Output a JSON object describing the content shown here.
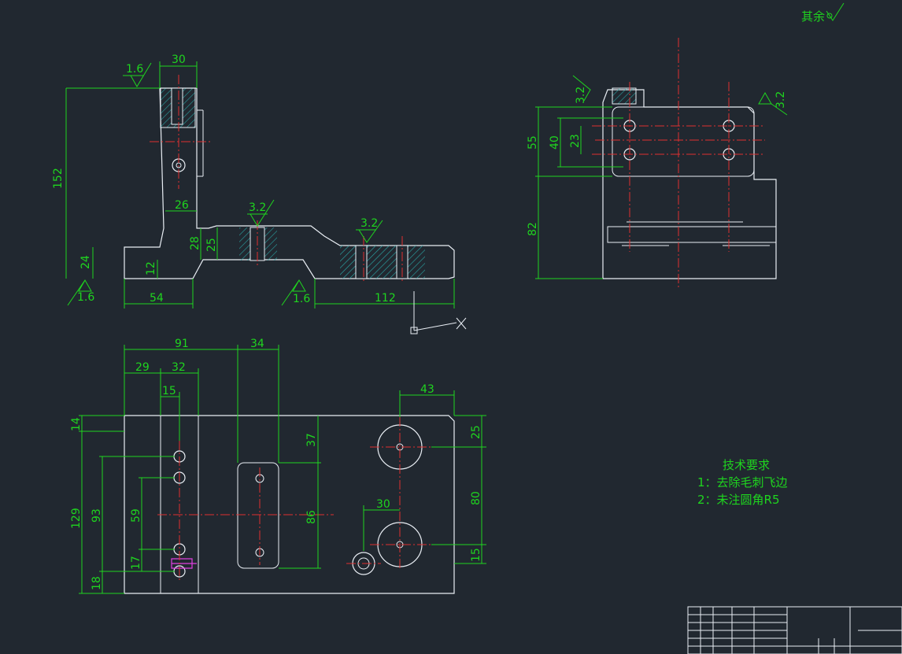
{
  "drawing": {
    "surface_note": "其余",
    "colors": {
      "background": "#212830",
      "outline": "#e9eef4",
      "dimension": "#1fd51f",
      "centerline": "#e03030",
      "hatch": "#2aa7a7",
      "marker": "#e040e0"
    },
    "views": {
      "front": {
        "roughness": [
          "1.6",
          "3.2",
          "3.2",
          "1.6",
          "1.6"
        ],
        "dims": {
          "top_width": "30",
          "height": "152",
          "neck": "26",
          "slot_h": "28",
          "slot_d": "25",
          "base_h": "24",
          "step": "12",
          "left_w": "54",
          "right_w": "112"
        }
      },
      "side": {
        "roughness": [
          "3.2",
          "3.2"
        ],
        "dims": {
          "h55": "55",
          "h40": "40",
          "h23": "23",
          "h82": "82"
        }
      },
      "plan": {
        "dims": {
          "w91": "91",
          "w34": "34",
          "w29": "29",
          "w32": "32",
          "w15": "15",
          "w43": "43",
          "w30": "30",
          "h14": "14",
          "h129": "129",
          "h93": "93",
          "h59": "59",
          "h17": "17",
          "h18": "18",
          "h37": "37",
          "h86": "86",
          "h25": "25",
          "h80": "80",
          "h15": "15"
        }
      }
    },
    "tech_requirements": {
      "title": "技术要求",
      "items": [
        "1：去除毛刺飞边",
        "2：未注圆角R5"
      ]
    }
  }
}
